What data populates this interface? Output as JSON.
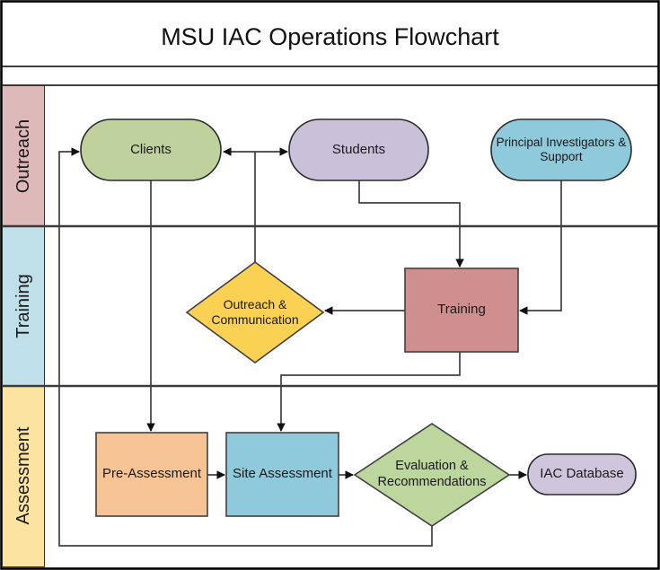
{
  "title": "MSU IAC Operations Flowchart",
  "lanes": {
    "outreach": {
      "label": "Outreach",
      "color": "#deb9b9"
    },
    "training": {
      "label": "Training",
      "color": "#bfdfe9"
    },
    "assessment": {
      "label": "Assessment",
      "color": "#fbe3a1"
    }
  },
  "nodes": {
    "clients": {
      "label": "Clients",
      "type": "terminator",
      "color": "#bfd29e"
    },
    "students": {
      "label": "Students",
      "type": "terminator",
      "color": "#c9c1d9"
    },
    "principal_investigators": {
      "label": "Principal Investigators & Support",
      "type": "terminator",
      "color": "#8ecadc"
    },
    "outreach_communication": {
      "label": "Outreach & Communication",
      "type": "decision",
      "color": "#fad152"
    },
    "training": {
      "label": "Training",
      "type": "process",
      "color": "#cf8f8f"
    },
    "pre_assessment": {
      "label": "Pre-Assessment",
      "type": "process",
      "color": "#f6c494"
    },
    "site_assessment": {
      "label": "Site Assessment",
      "type": "process",
      "color": "#8ecadc"
    },
    "evaluation": {
      "label": "Evaluation & Recommendations",
      "type": "decision",
      "color": "#bcd69e"
    },
    "iac_database": {
      "label": "IAC Database",
      "type": "terminator",
      "color": "#cfc6dd"
    }
  },
  "edges": [
    {
      "from": "outreach_communication",
      "to": "clients"
    },
    {
      "from": "outreach_communication",
      "to": "students"
    },
    {
      "from": "students",
      "to": "training"
    },
    {
      "from": "principal_investigators",
      "to": "training"
    },
    {
      "from": "training",
      "to": "outreach_communication"
    },
    {
      "from": "clients",
      "to": "pre_assessment"
    },
    {
      "from": "training",
      "to": "site_assessment"
    },
    {
      "from": "pre_assessment",
      "to": "site_assessment"
    },
    {
      "from": "site_assessment",
      "to": "evaluation"
    },
    {
      "from": "evaluation",
      "to": "iac_database"
    },
    {
      "from": "evaluation",
      "to": "clients"
    }
  ]
}
